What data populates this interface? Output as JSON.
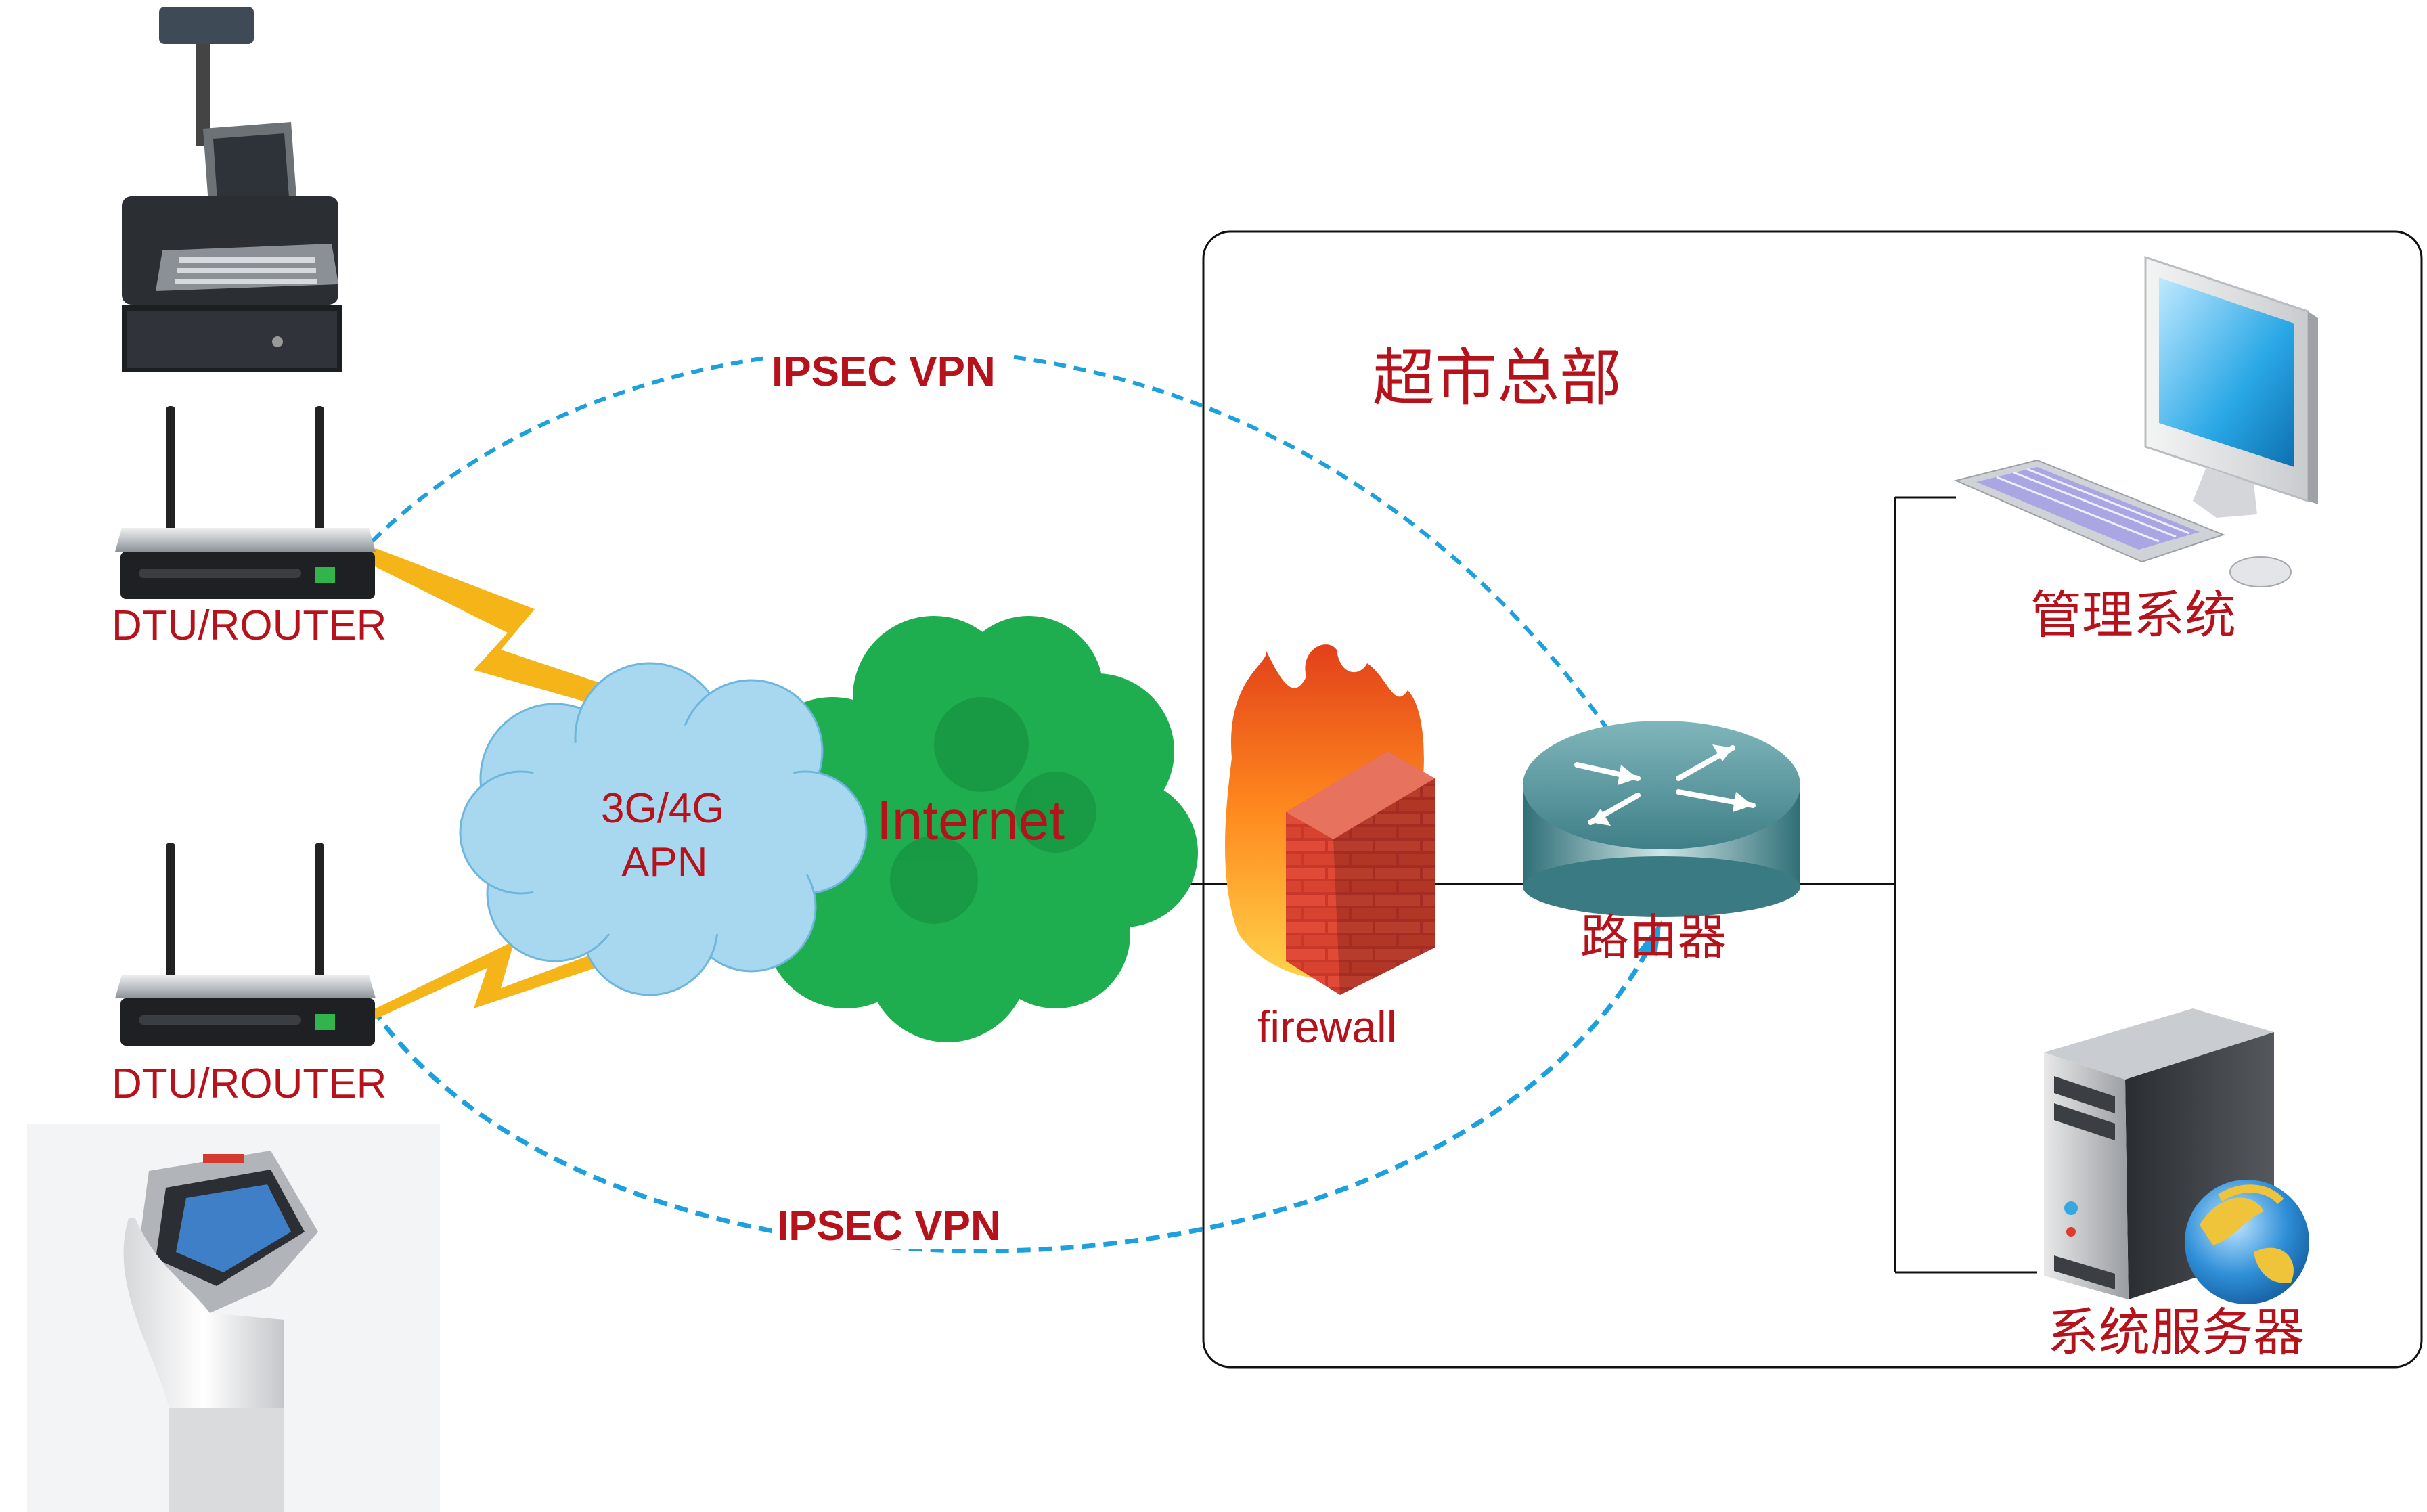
{
  "diagram": {
    "hq_title": "超市总部",
    "vpn_top": "IPSEC VPN",
    "vpn_bottom": "IPSEC VPN",
    "dtu_top": "DTU/ROUTER",
    "dtu_bottom": "DTU/ROUTER",
    "cloud_3g_line1": "3G/4G",
    "cloud_3g_line2": "APN",
    "internet": "Internet",
    "firewall": "firewall",
    "router": "路由器",
    "management": "管理系统",
    "server": "系统服务器"
  },
  "colors": {
    "label_red": "#b5121b",
    "vpn_blue": "#1ea0dc",
    "lightning": "#f5b418",
    "cloud_blue": "#a8d8f0",
    "cloud_green": "#1fae4f",
    "brick": "#d33a2c",
    "router_teal": "#4e8f97"
  },
  "icons": {
    "pos_terminal": "pos-terminal-icon",
    "router_device": "wifi-router-icon",
    "kiosk": "kiosk-icon",
    "firewall": "firewall-icon",
    "router": "router-icon",
    "computer": "desktop-computer-icon",
    "server": "server-icon"
  }
}
